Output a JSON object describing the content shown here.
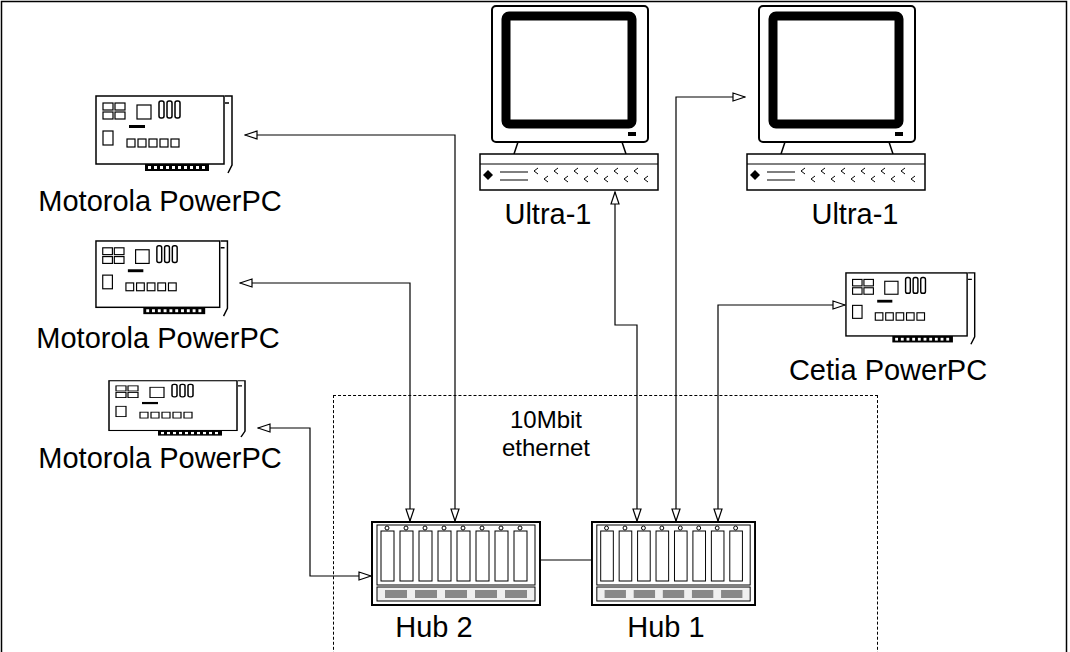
{
  "diagram": {
    "nodes": [
      {
        "text": [
          "Motorola PowerPC"
        ]
      },
      {
        "text": [
          "Ultra-1"
        ]
      },
      {
        "text": [
          "Ultra-1"
        ]
      },
      {
        "text": [
          "Motorola PowerPC"
        ]
      },
      {
        "text": [
          "Cetia PowerPC"
        ]
      },
      {
        "text": [
          "10Mbit ethernet"
        ]
      },
      {
        "text": [
          "Motorola PowerPC"
        ]
      },
      {
        "text": [
          "Hub 2"
        ],
        "in": 5
      },
      {
        "text": [
          "Hub 1"
        ],
        "in": 5
      }
    ],
    "edges": [
      {
        "from": 0,
        "to": 7,
        "arrow": "both"
      },
      {
        "from": 3,
        "to": 7,
        "arrow": "both"
      },
      {
        "from": 6,
        "to": 7,
        "arrow": "both"
      },
      {
        "from": 1,
        "to": 8,
        "arrow": "both"
      },
      {
        "from": 2,
        "to": 8,
        "arrow": "both"
      },
      {
        "from": 4,
        "to": 8,
        "arrow": "both"
      },
      {
        "from": 7,
        "to": 8,
        "arrow": "none"
      }
    ]
  }
}
